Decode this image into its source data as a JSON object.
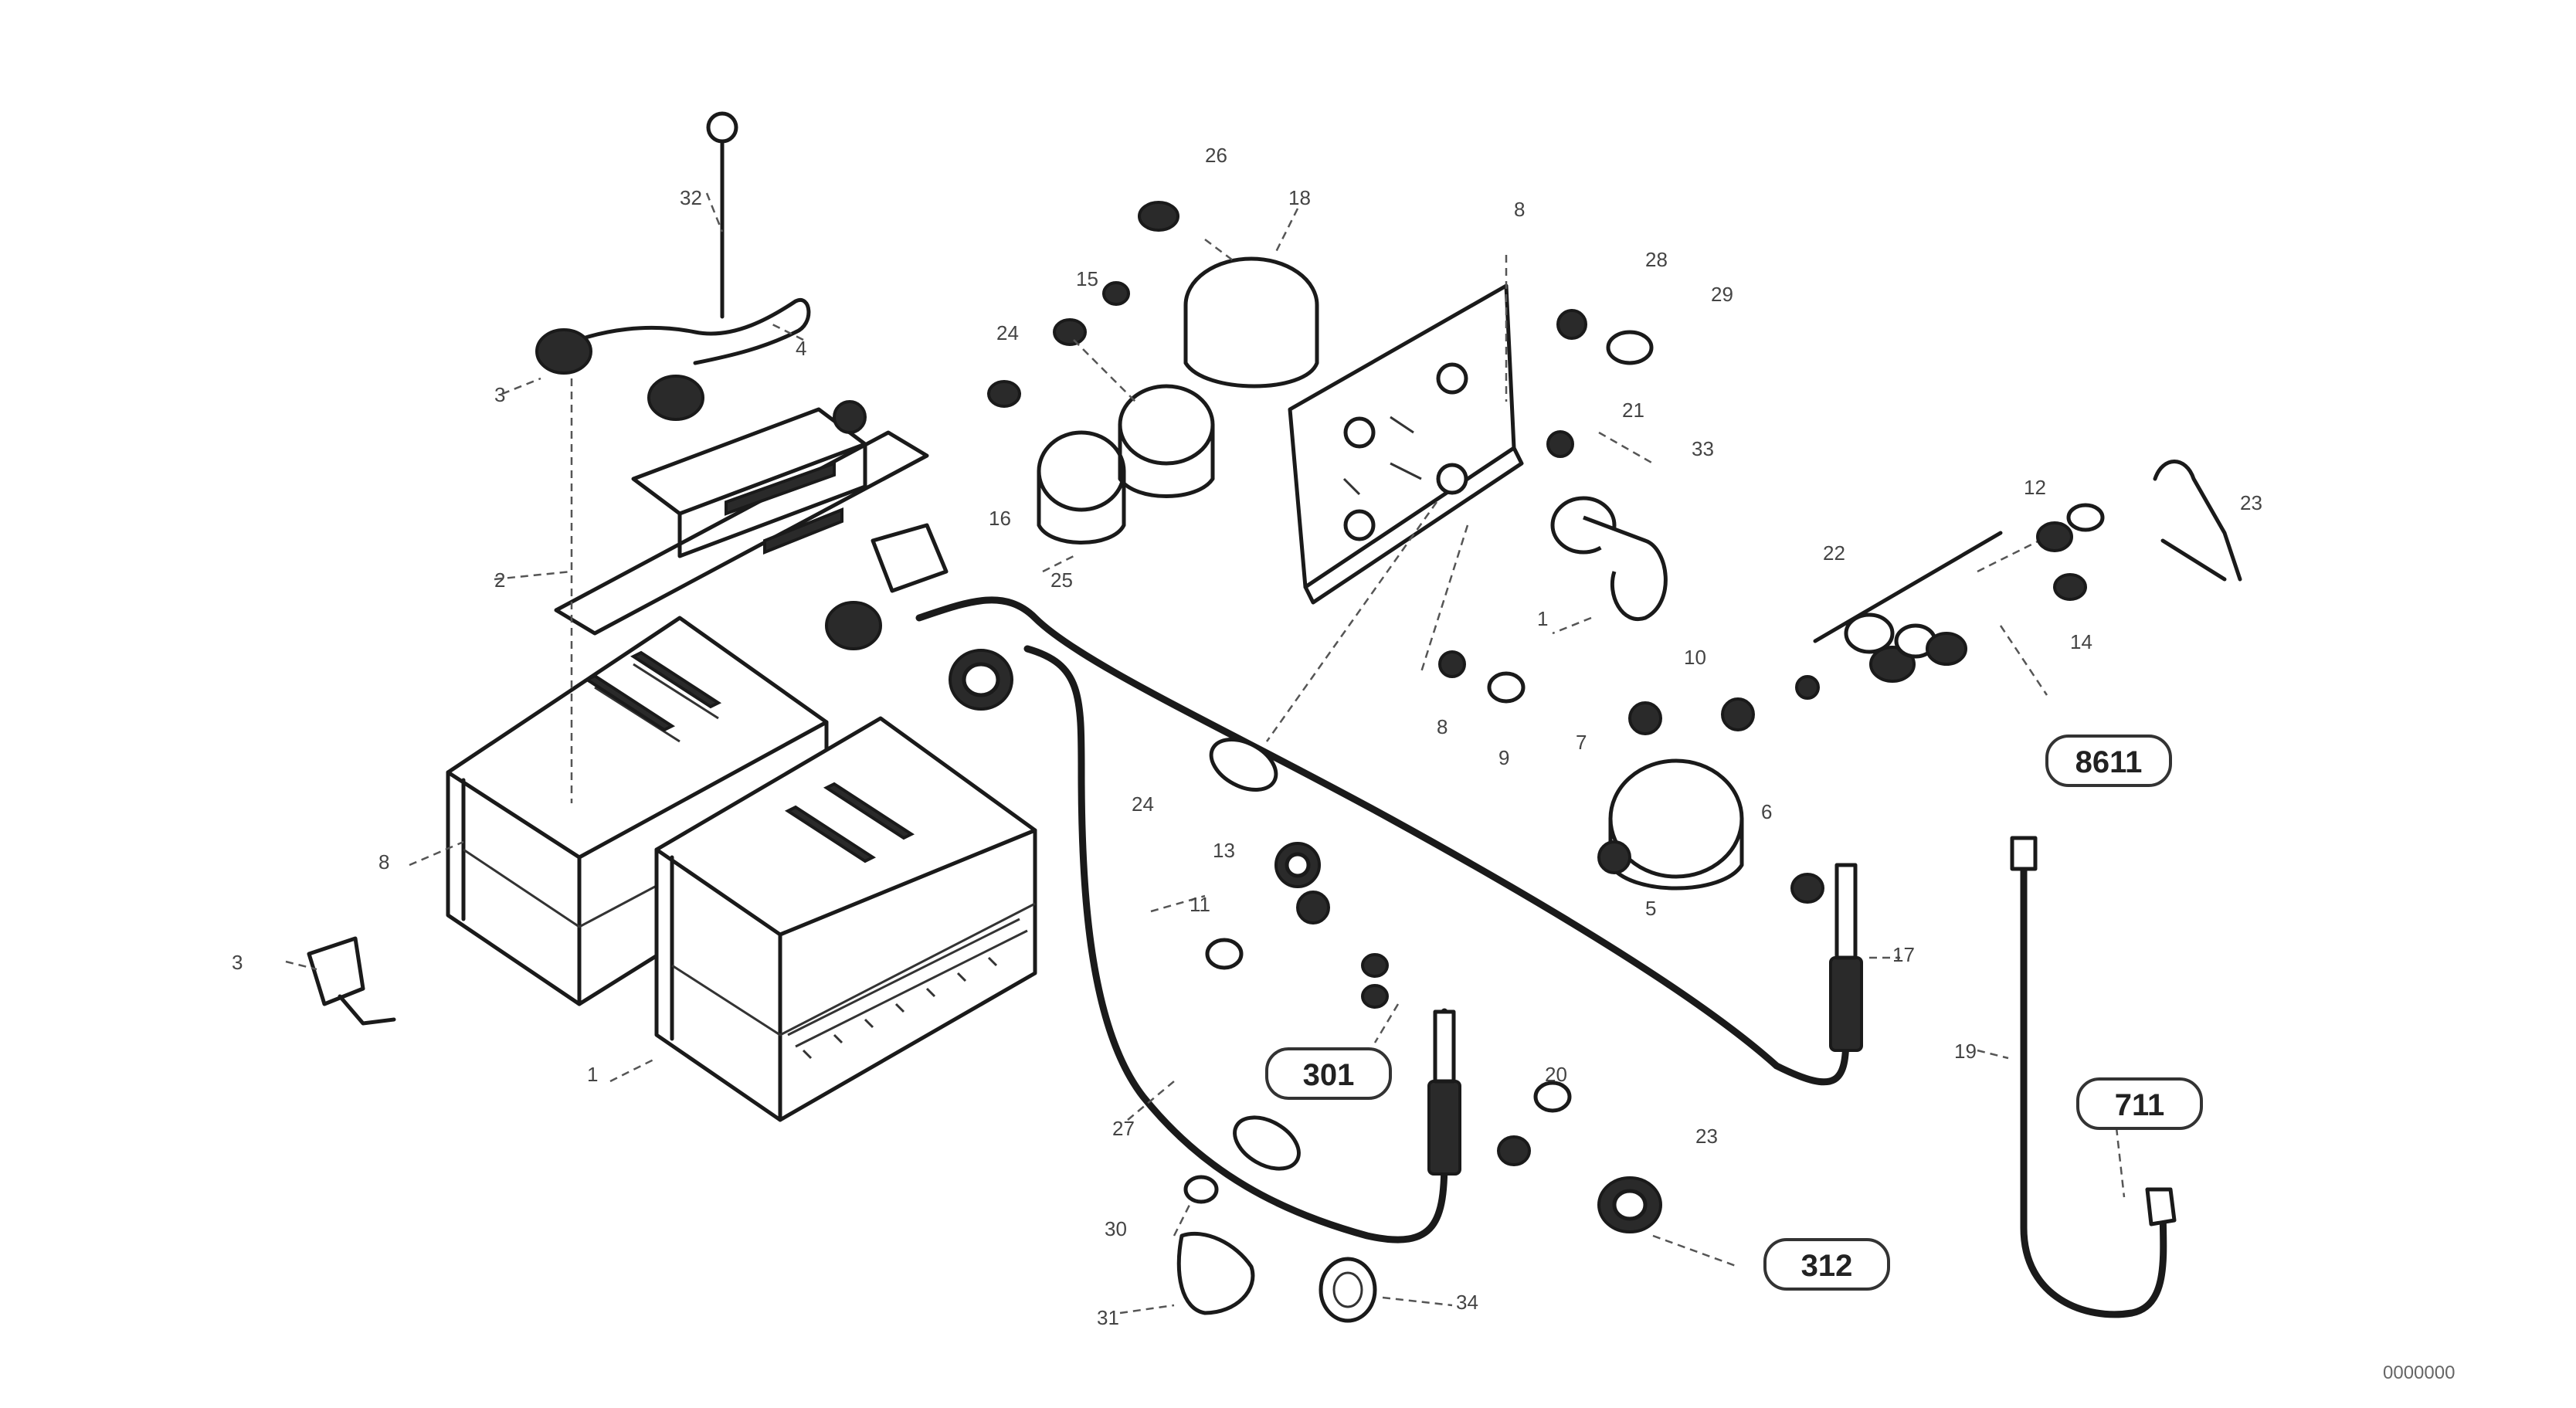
{
  "diagram": {
    "reference_boxes": [
      "8611",
      "301",
      "711",
      "312"
    ],
    "callouts": [
      "26",
      "18",
      "8",
      "28",
      "29",
      "15",
      "24",
      "16",
      "21",
      "33",
      "1",
      "32",
      "3",
      "4",
      "2",
      "25",
      "24",
      "8",
      "9",
      "10",
      "17",
      "19",
      "22",
      "12",
      "23",
      "14",
      "7",
      "5",
      "6",
      "13",
      "11",
      "27",
      "30",
      "31",
      "34",
      "20",
      "23",
      "8",
      "3",
      "1"
    ],
    "image_id": "0000000"
  }
}
